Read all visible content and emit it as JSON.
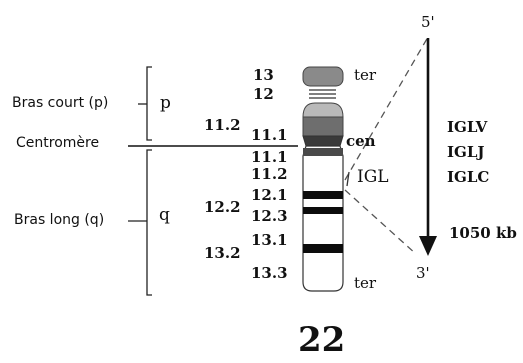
{
  "arm_labels": {
    "short_arm": "Bras court (p)",
    "centromere": "Centromère",
    "long_arm": "Bras long (q)",
    "p": "p",
    "q": "q"
  },
  "band_labels": {
    "b13_top": "13",
    "b12_top": "12",
    "b11_2_p": "11.2",
    "b11_1_p": "11.1",
    "b11_1_q": "11.1",
    "b11_2_q": "11.2",
    "b12_1": "12.1",
    "b12_2": "12.2",
    "b12_3": "12.3",
    "b13_1": "13.1",
    "b13_2": "13.2",
    "b13_3": "13.3"
  },
  "markers": {
    "ter_top": "ter",
    "cen": "cen",
    "ter_bottom": "ter",
    "locus": "IGL"
  },
  "gene_segments": [
    "IGLV",
    "IGLJ",
    "IGLC"
  ],
  "orientation": {
    "five_prime": "5'",
    "three_prime": "3'",
    "length": "1050 kb"
  },
  "chromosome_number": "22"
}
